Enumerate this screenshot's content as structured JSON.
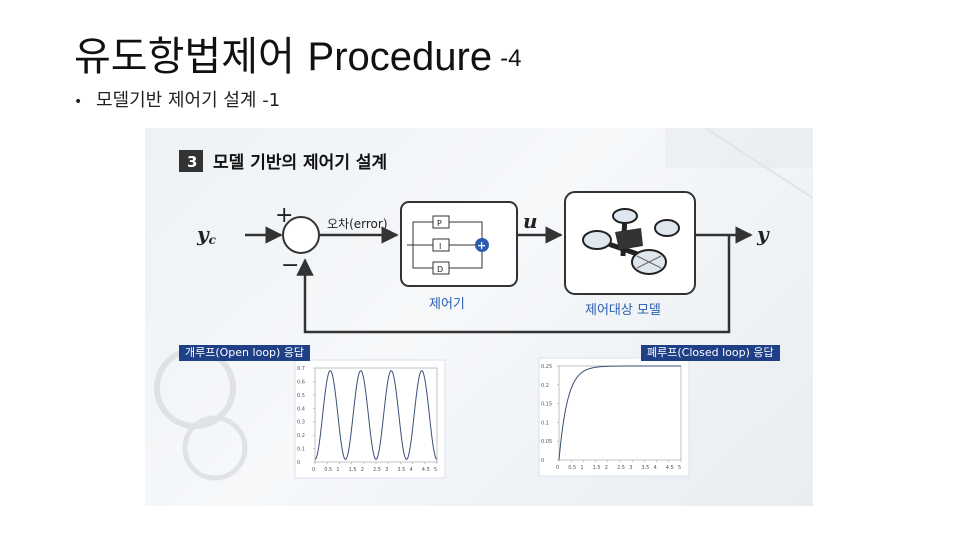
{
  "slide": {
    "title_korean": "유도항법제어",
    "title_english": "Procedure",
    "title_number": "-4",
    "bullet": "모델기반 제어기 설계 -1"
  },
  "figure": {
    "section_number": "3",
    "heading": "모델 기반의 제어기 설계",
    "input_label": "y",
    "input_subscript": "c",
    "plus_sign": "+",
    "minus_sign": "−",
    "error_label": "오차(error)",
    "pid_p": "P",
    "pid_i": "I",
    "pid_d": "D",
    "sum_plus": "+",
    "control_label": "u",
    "output_label": "y",
    "controller_caption": "제어기",
    "plant_caption": "제어대상 모델",
    "open_loop_caption": "개루프(Open loop) 응답",
    "closed_loop_caption": "폐루프(Closed loop) 응답",
    "colors": {
      "accent_blue": "#1f3f87",
      "caption_blue": "#2a5db0",
      "arrow_gray": "#333333"
    }
  },
  "chart_data": [
    {
      "type": "line",
      "title": "",
      "xlabel": "",
      "ylabel": "",
      "xlim": [
        0,
        5
      ],
      "ylim": [
        0,
        0.7
      ],
      "x_ticks": [
        "0",
        "0.5",
        "1",
        "1.5",
        "2",
        "2.5",
        "3",
        "3.5",
        "4",
        "4.5",
        "5"
      ],
      "y_ticks": [
        "0",
        "0.1",
        "0.2",
        "0.3",
        "0.4",
        "0.5",
        "0.6",
        "0.7"
      ],
      "series": [
        {
          "frequency_hz": 0.8,
          "center": 0.35,
          "amplitude": 0.33
        }
      ]
    },
    {
      "type": "line",
      "title": "",
      "xlabel": "",
      "ylabel": "",
      "xlim": [
        0,
        5
      ],
      "ylim": [
        0,
        0.25
      ],
      "x_ticks": [
        "0",
        "0.5",
        "1",
        "1.5",
        "2",
        "2.5",
        "3",
        "3.5",
        "4",
        "4.5",
        "5"
      ],
      "y_ticks": [
        "0",
        "0.05",
        "0.1",
        "0.15",
        "0.2",
        "0.25"
      ],
      "series": [
        {
          "final_value": 0.25,
          "time_constant_s": 0.35
        }
      ]
    }
  ]
}
